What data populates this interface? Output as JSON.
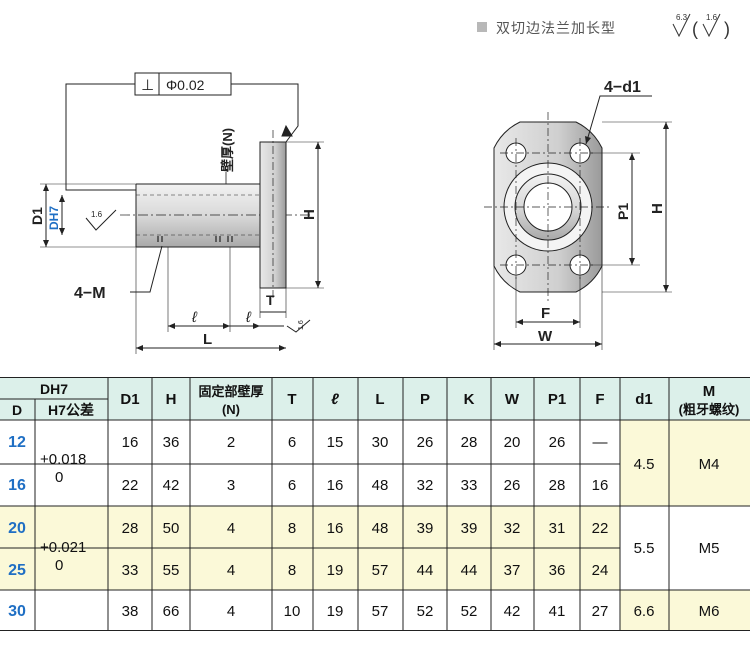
{
  "header": {
    "title": "双切边法兰加长型",
    "roughness_left": "6.3",
    "roughness_right": "1.6",
    "paren_open": "(",
    "paren_close": ")"
  },
  "drawing": {
    "perp_symbol": "⊥",
    "tolerance": "Φ0.02",
    "wall_label": "壁厚(N)",
    "label_D1": "D1",
    "label_DH7": "DH7",
    "label_H": "H",
    "label_4M": "4−M",
    "label_T": "T",
    "label_l": "ℓ",
    "label_L": "L",
    "rough_inner": "1.6",
    "rough_face": "1.6",
    "label_4d1": "4−d1",
    "label_P1": "P1",
    "label_F": "F",
    "label_W": "W"
  },
  "table": {
    "header_DH7": "DH7",
    "header_D": "D",
    "header_tol": "H7公差",
    "columns": [
      "D1",
      "H",
      "固定部壁厚",
      "(N)",
      "T",
      "ℓ",
      "L",
      "P",
      "K",
      "W",
      "P1",
      "F",
      "d1",
      "M",
      "(粗牙螺纹)"
    ],
    "rows": [
      {
        "D": "12",
        "D1": "16",
        "H": "36",
        "N": "2",
        "T": "6",
        "l": "15",
        "L": "30",
        "P": "26",
        "K": "28",
        "W": "20",
        "P1": "26",
        "F": "—"
      },
      {
        "D": "16",
        "D1": "22",
        "H": "42",
        "N": "3",
        "T": "6",
        "l": "16",
        "L": "48",
        "P": "32",
        "K": "33",
        "W": "26",
        "P1": "28",
        "F": "16"
      },
      {
        "D": "20",
        "D1": "28",
        "H": "50",
        "N": "4",
        "T": "8",
        "l": "16",
        "L": "48",
        "P": "39",
        "K": "39",
        "W": "32",
        "P1": "31",
        "F": "22"
      },
      {
        "D": "25",
        "D1": "33",
        "H": "55",
        "N": "4",
        "T": "8",
        "l": "19",
        "L": "57",
        "P": "44",
        "K": "44",
        "W": "37",
        "P1": "36",
        "F": "24"
      },
      {
        "D": "30",
        "D1": "38",
        "H": "66",
        "N": "4",
        "T": "10",
        "l": "19",
        "L": "57",
        "P": "52",
        "K": "52",
        "W": "42",
        "P1": "41",
        "F": "27"
      }
    ],
    "tolerance_groups": [
      {
        "upper": "+0.018",
        "lower": "0"
      },
      {
        "upper": "+0.021",
        "lower": "0"
      }
    ],
    "d1_groups": [
      "4.5",
      "5.5",
      "6.6"
    ],
    "M_groups": [
      "M4",
      "M5",
      "M6"
    ]
  },
  "colors": {
    "header_bg": "#dcf0ea",
    "band_a": "#ffffff",
    "band_b": "#fbf9d8",
    "d_text": "#1f6fc4",
    "grid": "#222222"
  }
}
